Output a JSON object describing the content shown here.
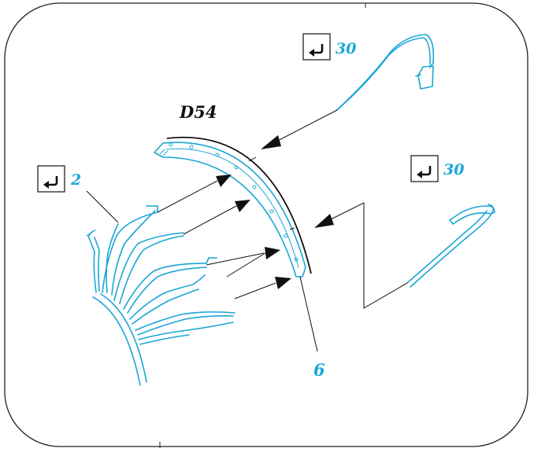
{
  "diagram": {
    "part_label": "D54",
    "callouts": [
      {
        "id": "upper-right",
        "step_number": "30",
        "icon": "return-arrow-icon"
      },
      {
        "id": "middle-right",
        "step_number": "30",
        "icon": "return-arrow-icon"
      },
      {
        "id": "left",
        "step_number": "2",
        "icon": "return-arrow-icon"
      }
    ],
    "part_number": "6",
    "colors": {
      "accent": "#1aa6d6",
      "line": "#111111",
      "background": "#ffffff"
    }
  }
}
